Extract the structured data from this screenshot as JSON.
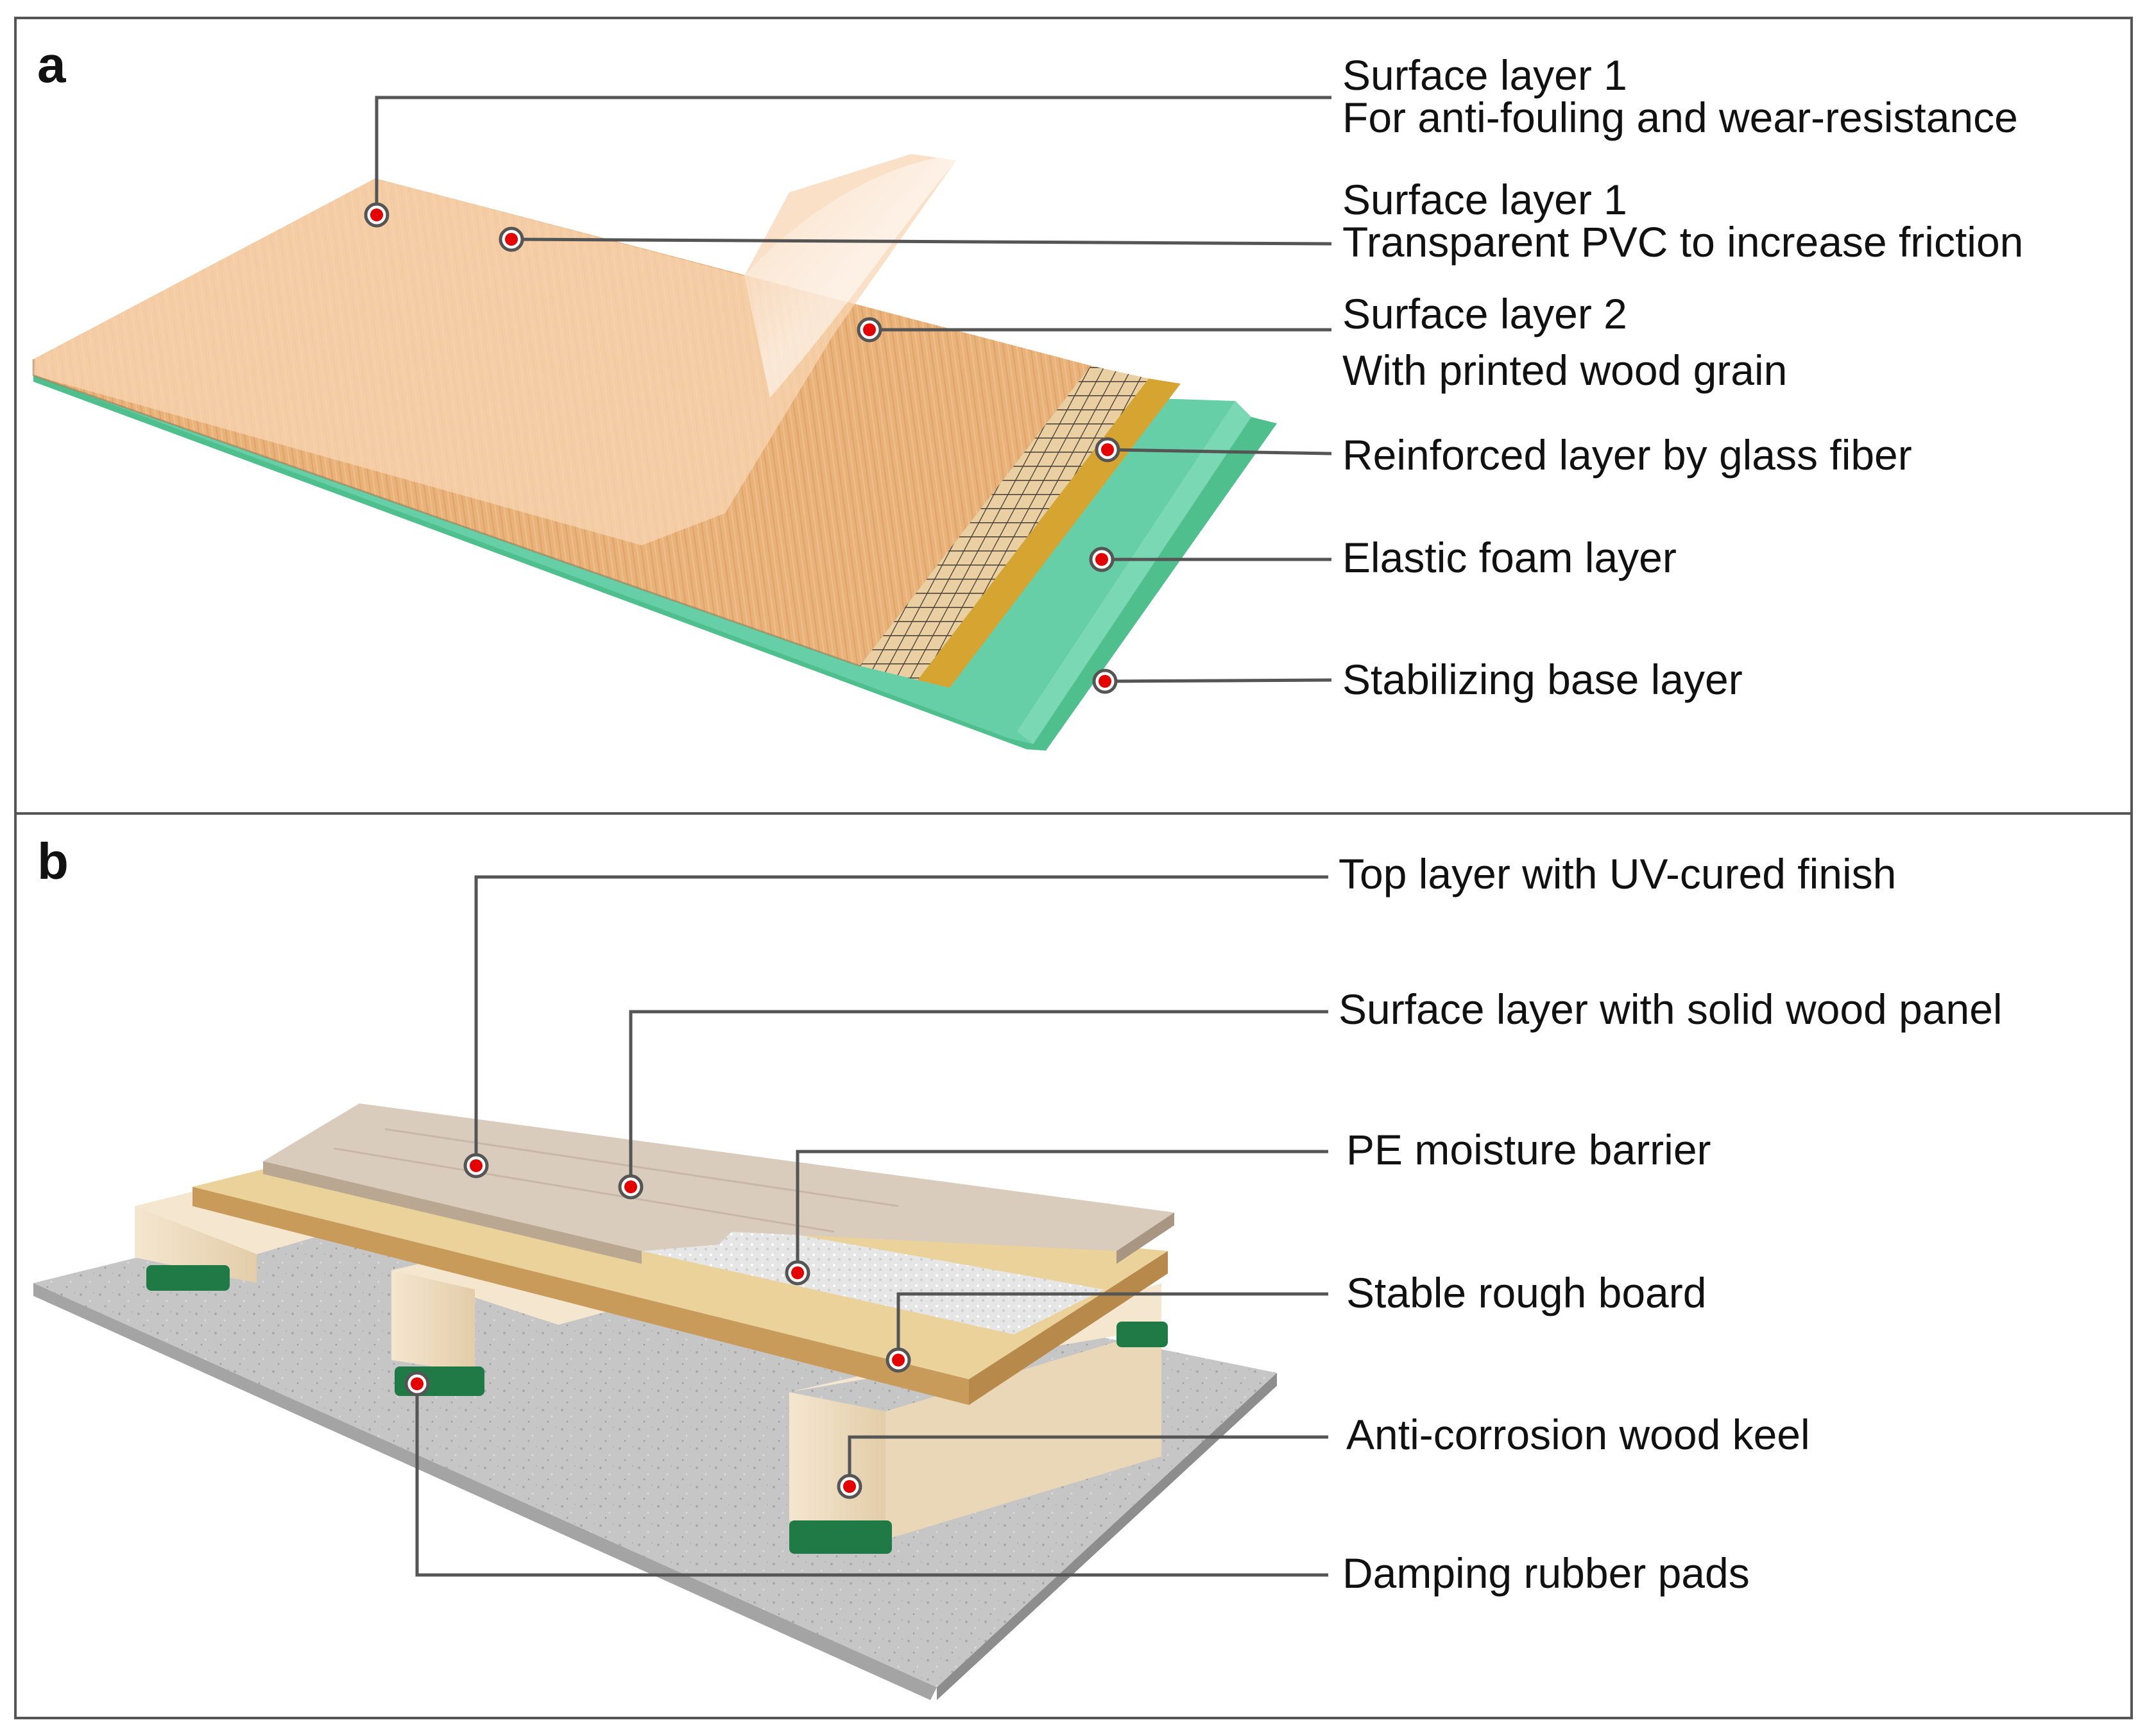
{
  "colors": {
    "marker": "#e40000",
    "leader_line": "#555555",
    "panel_border": "#555555",
    "wood_light": "#f6c9a2",
    "wood_grain": "#e7b47b",
    "glass_fiber_band": "#d6a531",
    "foam_green": "#5ec8a0",
    "base_green": "#4fbf8e",
    "concrete": "#c9c9c9",
    "keel": "#f0dfc4",
    "rubber_pad": "#1f7a46"
  },
  "panels": [
    {
      "letter": "a",
      "callouts": [
        {
          "lines": [
            "Surface layer 1",
            "For anti-fouling and wear-resistance"
          ]
        },
        {
          "lines": [
            "Surface layer 1",
            "Transparent PVC to increase friction"
          ]
        },
        {
          "lines": [
            "Surface layer 2",
            "With printed wood grain"
          ]
        },
        {
          "lines": [
            "Reinforced layer by glass fiber"
          ]
        },
        {
          "lines": [
            "Elastic foam layer"
          ]
        },
        {
          "lines": [
            "Stabilizing base layer"
          ]
        }
      ]
    },
    {
      "letter": "b",
      "callouts": [
        {
          "lines": [
            "Top layer with UV-cured finish"
          ]
        },
        {
          "lines": [
            "Surface layer with solid wood panel"
          ]
        },
        {
          "lines": [
            "PE moisture barrier"
          ]
        },
        {
          "lines": [
            "Stable rough board"
          ]
        },
        {
          "lines": [
            "Anti-corrosion wood keel"
          ]
        },
        {
          "lines": [
            "Damping rubber pads"
          ]
        }
      ]
    }
  ]
}
